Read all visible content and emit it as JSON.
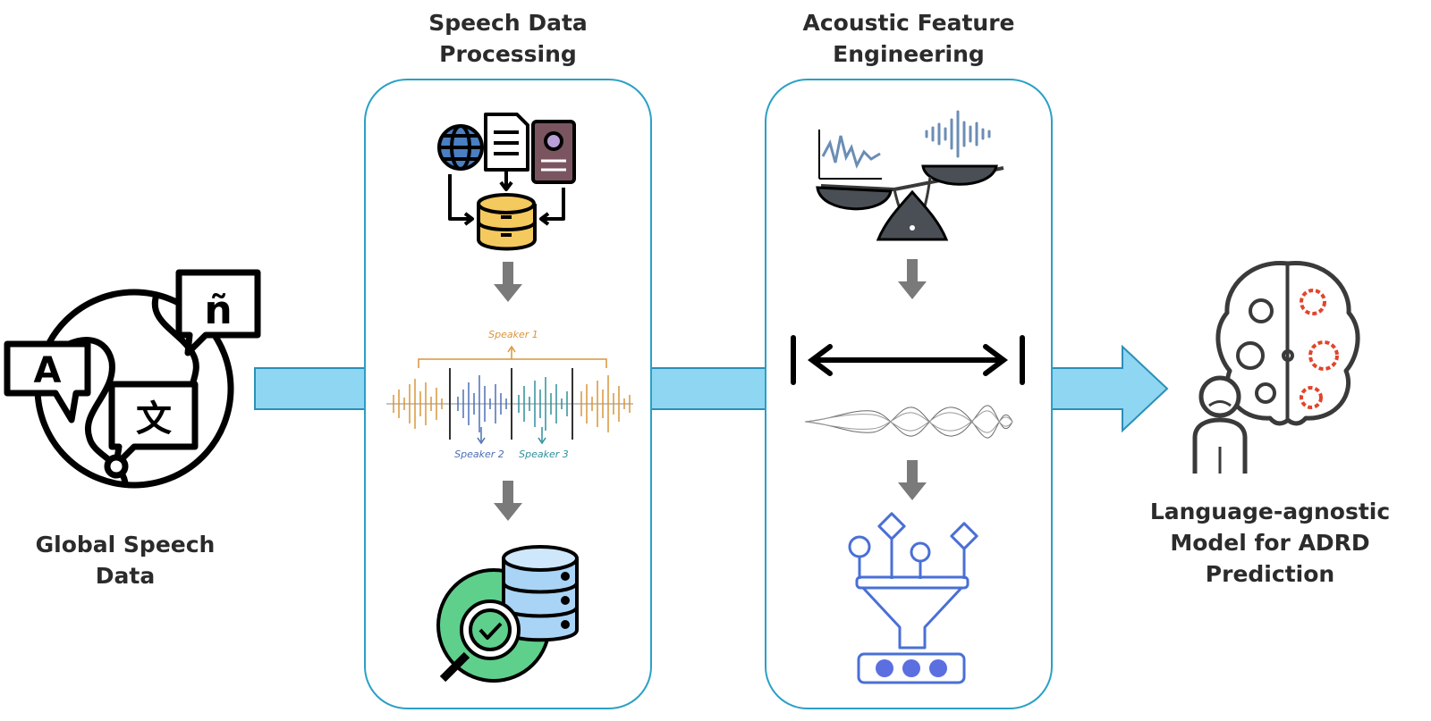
{
  "stages": {
    "input": {
      "label": "Global Speech\nData",
      "icon": "multilingual-globe-icon"
    },
    "processing": {
      "label": "Speech Data\nProcessing"
    },
    "features": {
      "label": "Acoustic Feature\nEngineering"
    },
    "output": {
      "label": "Language-agnostic\nModel for ADRD\nPrediction",
      "icon": "brain-gears-icon"
    }
  },
  "globe_letters": {
    "bubble1": "ñ",
    "bubble2": "A",
    "bubble3": "文"
  },
  "diarization": {
    "speaker1": "Speaker 1",
    "speaker2": "Speaker 2",
    "speaker3": "Speaker 3"
  },
  "colors": {
    "panel_border": "#2aa0c6",
    "flow_arrow": "#8fd6f2",
    "step_arrow": "#7a7a7a",
    "speaker1": "#d9953a",
    "speaker2": "#4a6fb5",
    "speaker3": "#2f8f9a"
  }
}
